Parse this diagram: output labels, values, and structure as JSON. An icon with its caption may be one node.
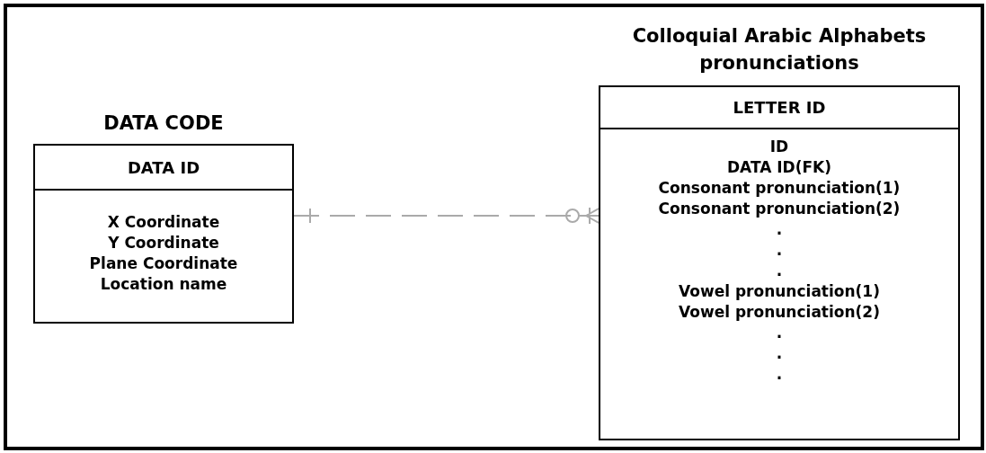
{
  "diagram": {
    "nodes": [
      {
        "text": [
          "DATA CODE",
          "DATA ID",
          "X Coordinate",
          "Y Coordinate",
          "Plane Coordinate",
          "Location name"
        ]
      },
      {
        "text": [
          "Colloquial Arabic Alphabets pronunciations",
          "LETTER ID",
          "ID",
          "DATA ID(FK)",
          "Consonant pronunciation(1)",
          "Consonant pronunciation(2)",
          ".",
          ".",
          ".",
          "Vowel pronunciation(1)",
          "Vowel pronunciation(2)",
          ".",
          ".",
          "."
        ]
      }
    ],
    "edges": [
      {
        "from": 0,
        "to": 1,
        "arrow": "other",
        "style": "dashed",
        "color": "#aaaaaa"
      }
    ]
  }
}
